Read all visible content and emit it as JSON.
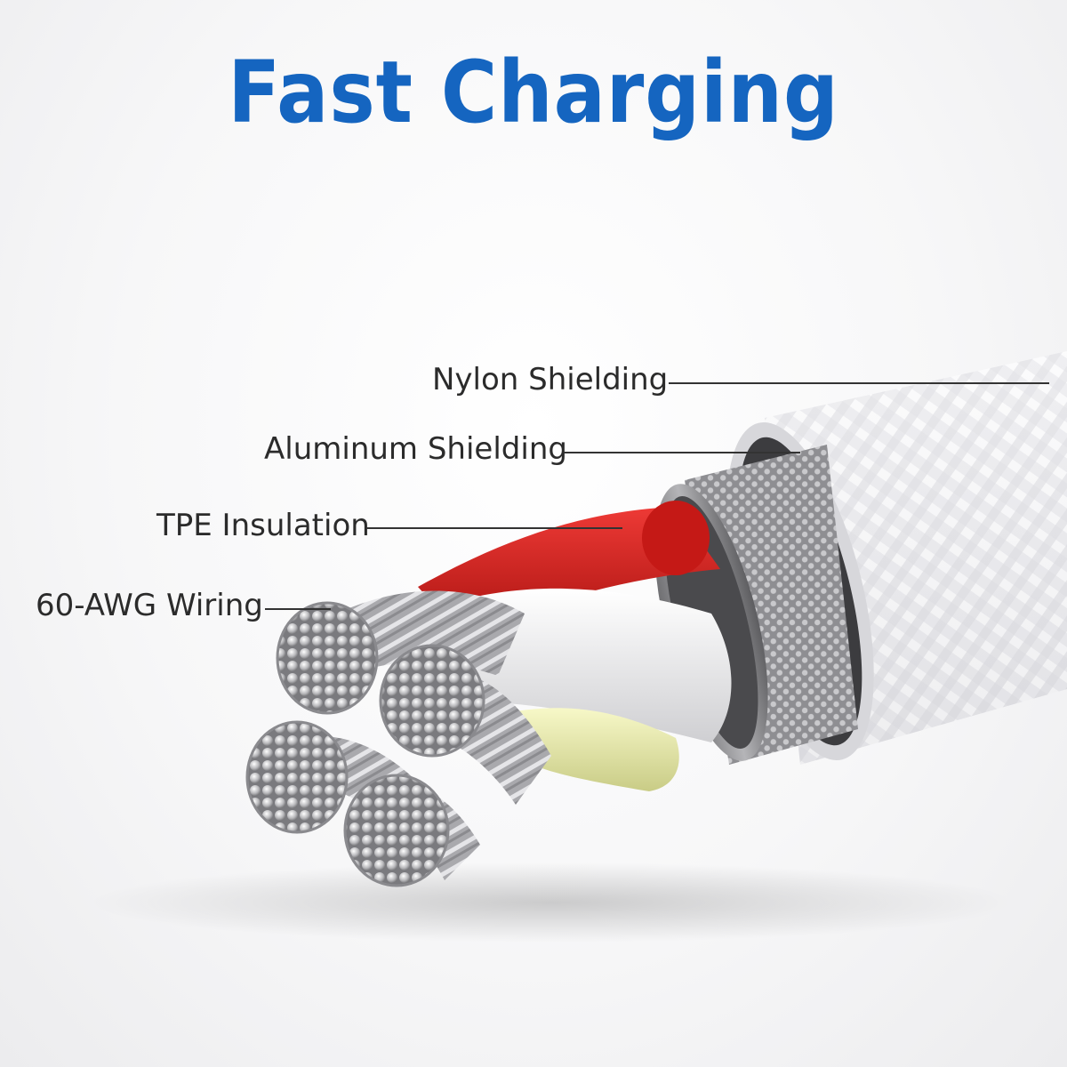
{
  "title": "Fast Charging",
  "callouts": [
    {
      "id": "nylon",
      "text": "Nylon Shielding"
    },
    {
      "id": "aluminum",
      "text": "Aluminum Shielding"
    },
    {
      "id": "tpe",
      "text": "TPE Insulation"
    },
    {
      "id": "wiring",
      "text": "60-AWG Wiring"
    }
  ],
  "colors": {
    "title": "#1565c0",
    "wire_red": "#d81f1c",
    "wire_white": "#f4f4f4",
    "wire_yellow": "#f0f2b0",
    "aluminum": "#9a9a9c",
    "nylon": "#e9e9ec",
    "copper_strand": "#b9b9bc",
    "leader_line": "#333333"
  }
}
